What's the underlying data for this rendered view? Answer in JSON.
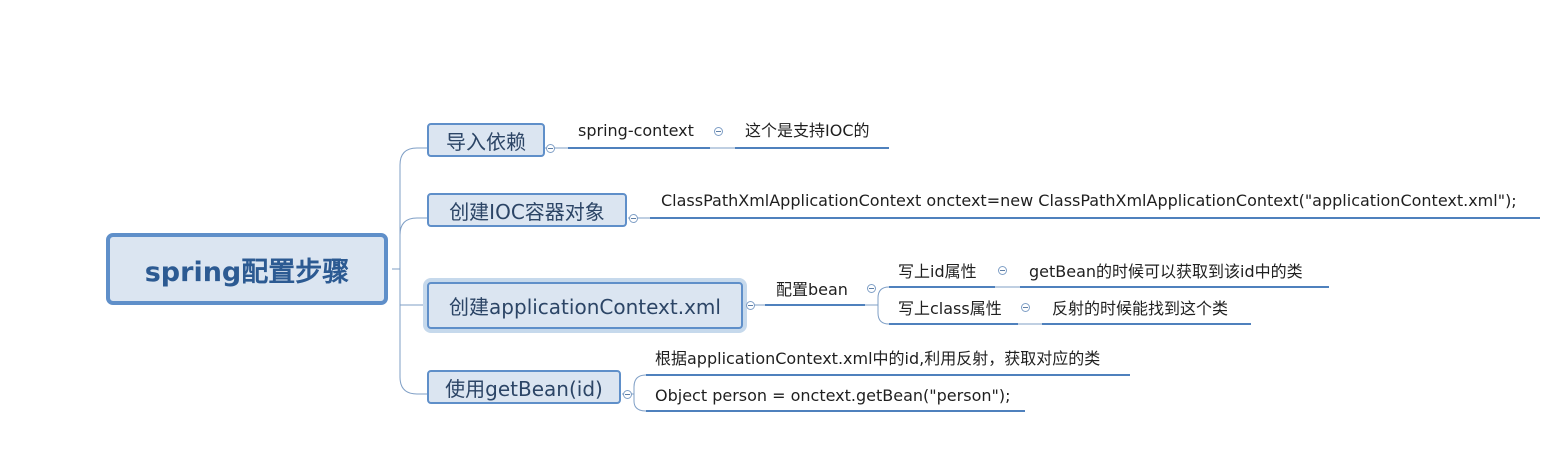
{
  "root": {
    "label": "spring配置步骤"
  },
  "branches": [
    {
      "label": "导入依赖",
      "children": [
        {
          "label": "spring-context",
          "children": [
            {
              "label": "这个是支持IOC的"
            }
          ]
        }
      ]
    },
    {
      "label": "创建IOC容器对象",
      "children": [
        {
          "label": "ClassPathXmlApplicationContext onctext=new ClassPathXmlApplicationContext(\"applicationContext.xml\");"
        }
      ]
    },
    {
      "label": "创建applicationContext.xml",
      "children": [
        {
          "label": "配置bean",
          "children": [
            {
              "label": "写上id属性",
              "children": [
                {
                  "label": "getBean的时候可以获取到该id中的类"
                }
              ]
            },
            {
              "label": "写上class属性",
              "children": [
                {
                  "label": "反射的时候能找到这个类"
                }
              ]
            }
          ]
        }
      ]
    },
    {
      "label": "使用getBean(id)",
      "children": [
        {
          "label": "根据applicationContext.xml中的id,利用反射，获取对应的类"
        },
        {
          "label": "Object person = onctext.getBean(\"person\");"
        }
      ]
    }
  ],
  "colors": {
    "line": "#4f81bd",
    "connector": "#7f9fc6",
    "node_fill": "#dbe5f1",
    "node_border": "#5f8fc9",
    "root_text": "#2c5a92"
  }
}
